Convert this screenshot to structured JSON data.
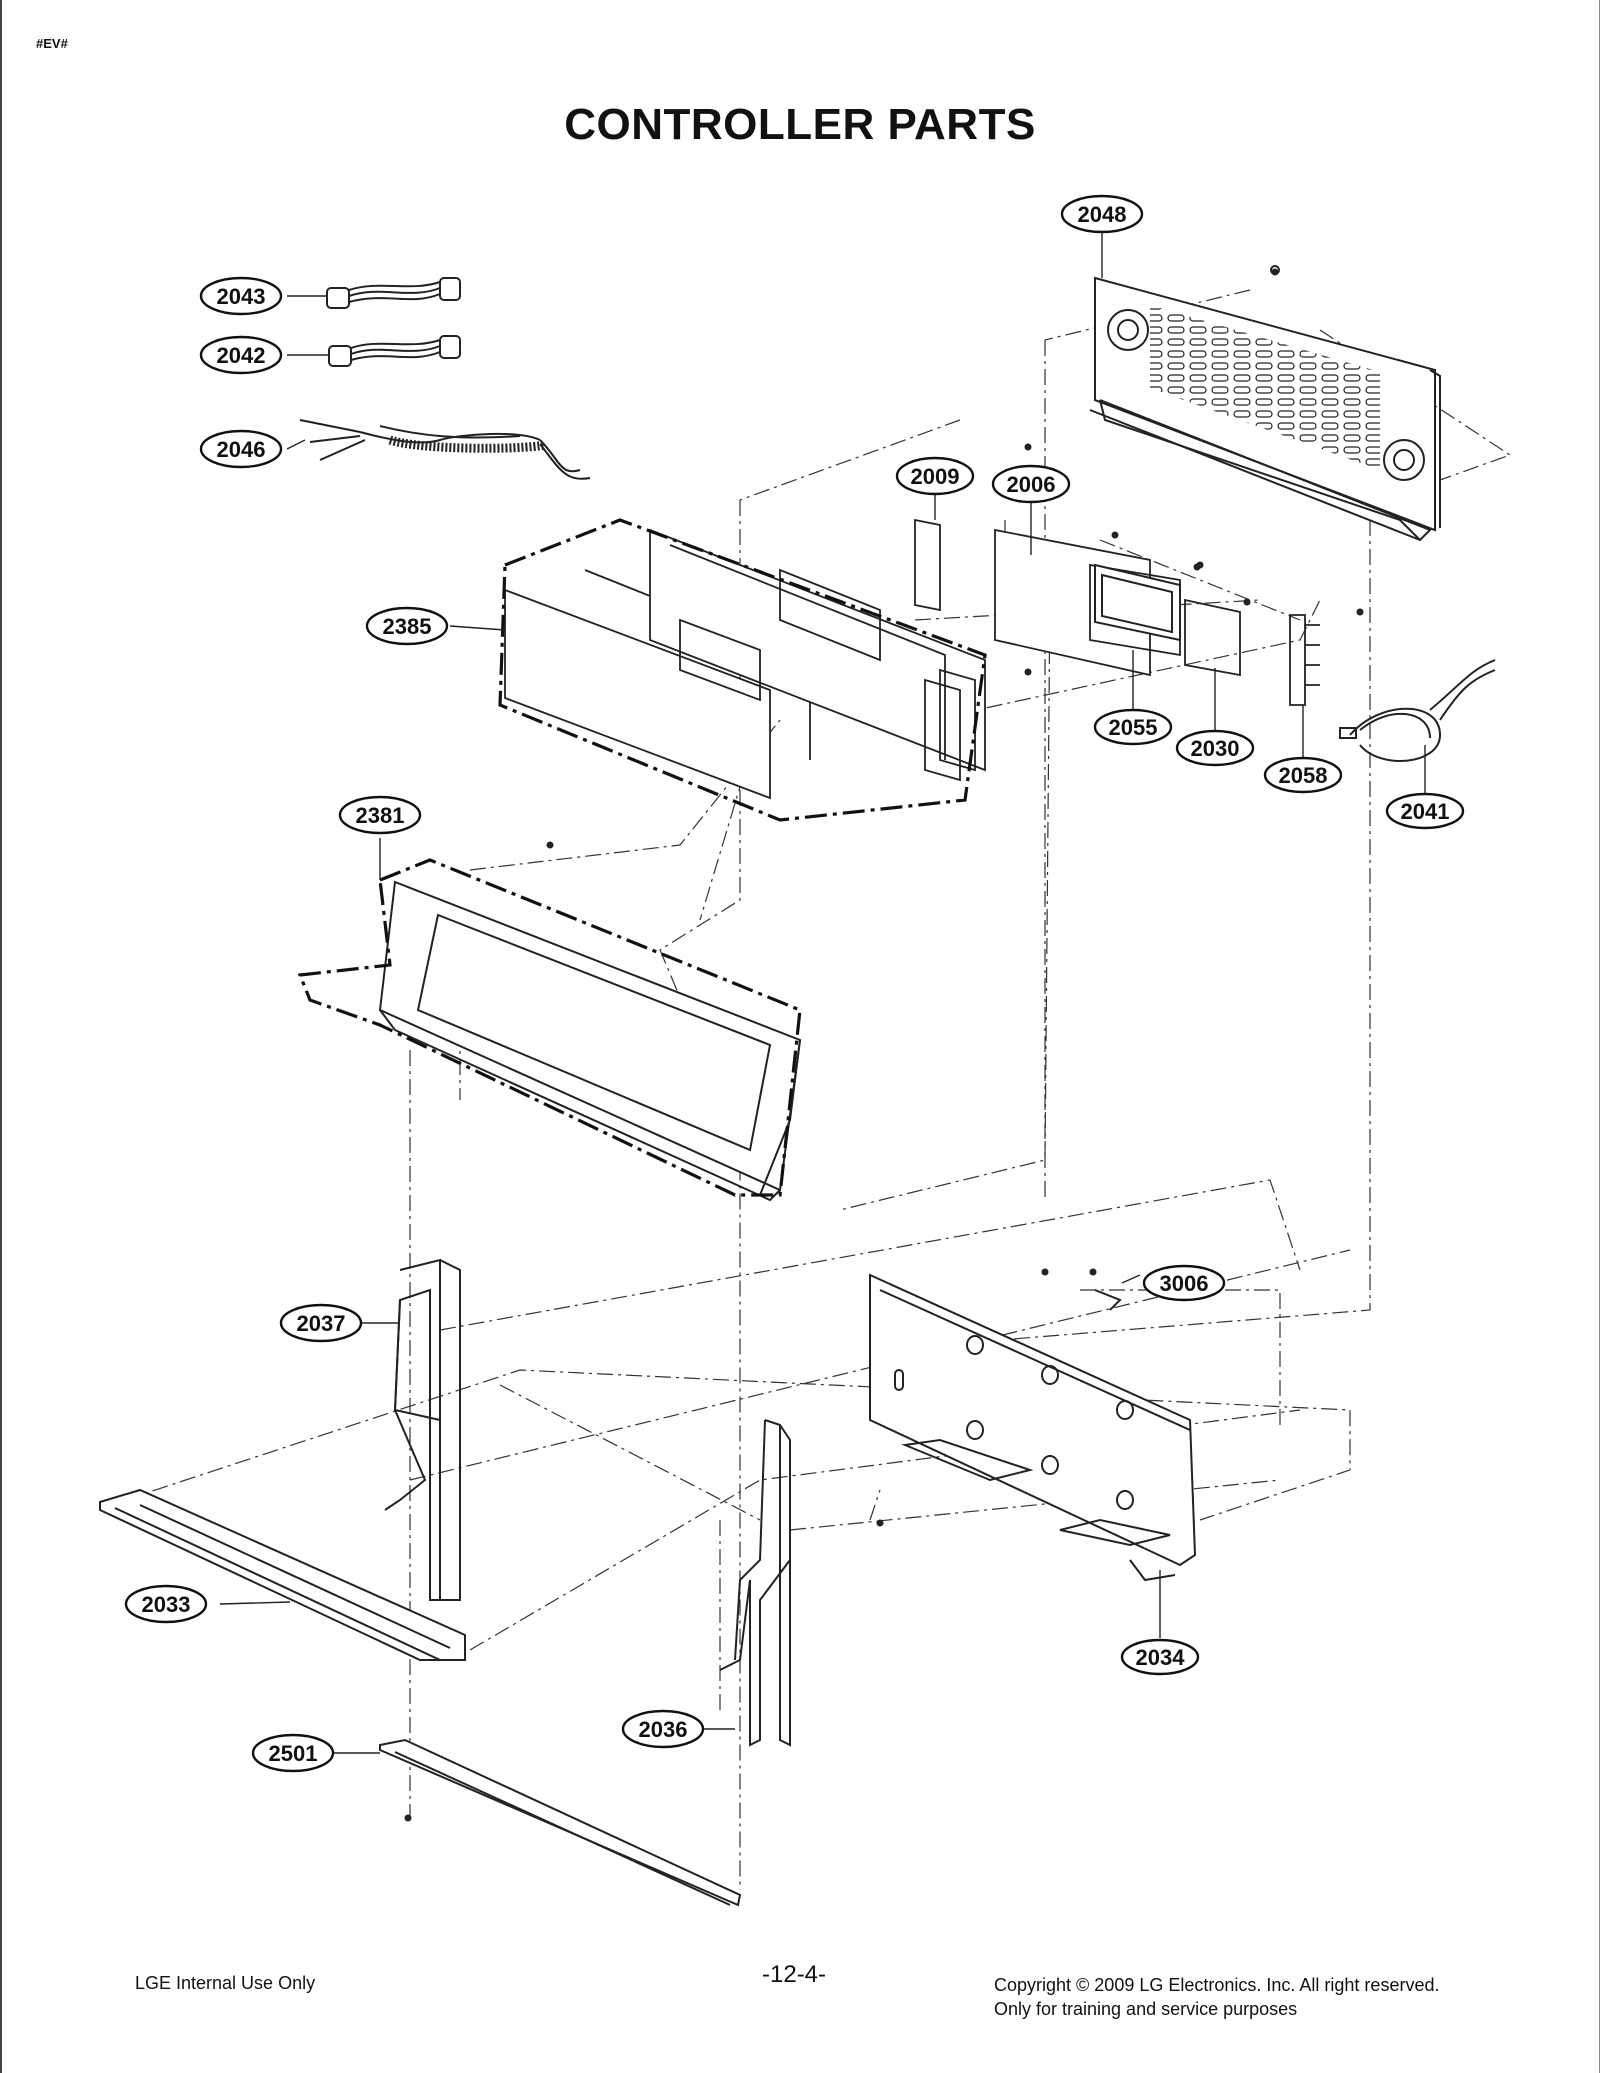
{
  "header": {
    "tag": "#EV#",
    "title": "CONTROLLER PARTS"
  },
  "callouts": {
    "p2048": "2048",
    "p2043": "2043",
    "p2042": "2042",
    "p2046": "2046",
    "p2009": "2009",
    "p2006": "2006",
    "p2385": "2385",
    "p2055": "2055",
    "p2030": "2030",
    "p2058": "2058",
    "p2041": "2041",
    "p2381": "2381",
    "p3006": "3006",
    "p2037": "2037",
    "p2033": "2033",
    "p2034": "2034",
    "p2036": "2036",
    "p2501": "2501"
  },
  "footer": {
    "left": "LGE Internal Use Only",
    "page_number": "-12-4-",
    "copyright_line1": "Copyright © 2009 LG Electronics. Inc. All right reserved.",
    "copyright_line2": "Only for training and service purposes"
  }
}
